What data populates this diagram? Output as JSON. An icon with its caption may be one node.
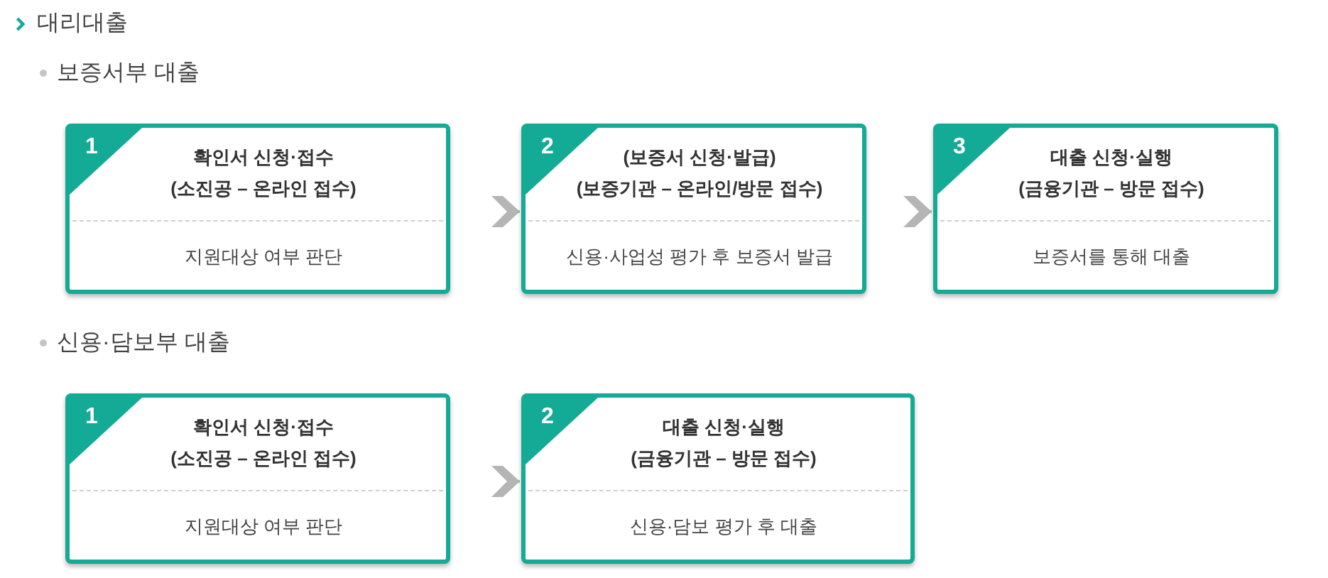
{
  "diagram": {
    "title": "대리대출",
    "nodes": [
      {
        "text": [
          "1",
          "확인서 신청·접수",
          "(소진공 – 온라인 접수)",
          "지원대상 여부 판단"
        ]
      },
      {
        "text": [
          "2",
          "(보증서 신청·발급)",
          "(보증기관 – 온라인/방문 접수)",
          "신용·사업성 평가 후 보증서 발급"
        ]
      },
      {
        "text": [
          "3",
          "대출 신청·실행",
          "(금융기관 – 방문 접수)",
          "보증서를 통해 대출"
        ]
      },
      {
        "text": [
          "1",
          "확인서 신청·접수",
          "(소진공 – 온라인 접수)",
          "지원대상 여부 판단"
        ]
      },
      {
        "text": [
          "2",
          "대출 신청·실행",
          "(금융기관 – 방문 접수)",
          "신용·담보 평가 후 대출"
        ]
      }
    ],
    "edges": [
      {
        "from": 0,
        "to": 1,
        "arrow": "to"
      },
      {
        "from": 1,
        "to": 2,
        "arrow": "to"
      },
      {
        "from": 3,
        "to": 4,
        "arrow": "to"
      }
    ],
    "labels": [
      "보증서부 대출",
      "신용·담보부 대출"
    ]
  }
}
